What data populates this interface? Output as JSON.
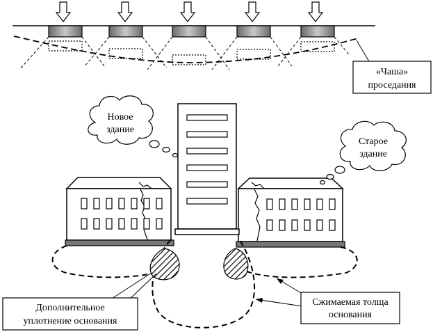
{
  "labels": {
    "settlement_bowl_line1": "«Чаша»",
    "settlement_bowl_line2": "проседания",
    "new_building_line1": "Новое",
    "new_building_line2": "здание",
    "old_building_line1": "Старое",
    "old_building_line2": "здание",
    "extra_compaction_line1": "Дополнительное",
    "extra_compaction_line2": "уплотнение основания",
    "compressible_layer_line1": "Сжимаемая толща",
    "compressible_layer_line2": "основания"
  }
}
